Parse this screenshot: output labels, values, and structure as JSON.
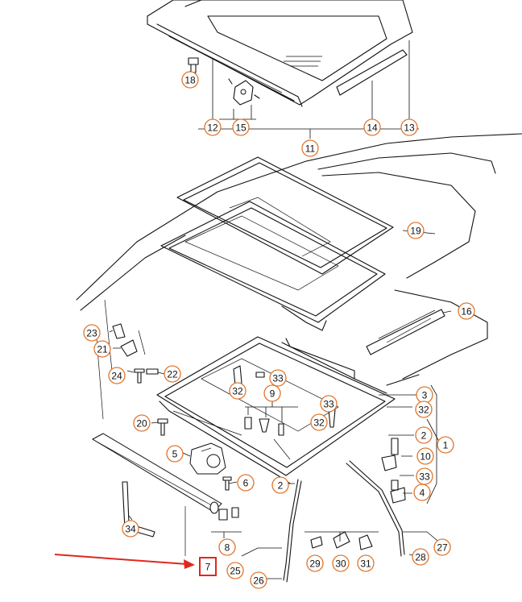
{
  "diagram": {
    "highlight_color": "#e0271f",
    "callout_color": "#e0742a",
    "highlighted_label": "7",
    "callouts": [
      {
        "id": "c18",
        "label": "18"
      },
      {
        "id": "c12",
        "label": "12"
      },
      {
        "id": "c15",
        "label": "15"
      },
      {
        "id": "c11",
        "label": "11"
      },
      {
        "id": "c14",
        "label": "14"
      },
      {
        "id": "c13",
        "label": "13"
      },
      {
        "id": "c19",
        "label": "19"
      },
      {
        "id": "c16",
        "label": "16"
      },
      {
        "id": "c23",
        "label": "23"
      },
      {
        "id": "c21",
        "label": "21"
      },
      {
        "id": "c24",
        "label": "24"
      },
      {
        "id": "c22",
        "label": "22"
      },
      {
        "id": "c32a",
        "label": "32"
      },
      {
        "id": "c33a",
        "label": "33"
      },
      {
        "id": "c9",
        "label": "9"
      },
      {
        "id": "c3",
        "label": "3"
      },
      {
        "id": "c32b",
        "label": "32"
      },
      {
        "id": "c33b",
        "label": "33"
      },
      {
        "id": "c32c",
        "label": "32"
      },
      {
        "id": "c20",
        "label": "20"
      },
      {
        "id": "c2a",
        "label": "2"
      },
      {
        "id": "c1",
        "label": "1"
      },
      {
        "id": "c5",
        "label": "5"
      },
      {
        "id": "c10",
        "label": "10"
      },
      {
        "id": "c6",
        "label": "6"
      },
      {
        "id": "c2b",
        "label": "2"
      },
      {
        "id": "c33c",
        "label": "33"
      },
      {
        "id": "c4",
        "label": "4"
      },
      {
        "id": "c34",
        "label": "34"
      },
      {
        "id": "c8",
        "label": "8"
      },
      {
        "id": "c27",
        "label": "27"
      },
      {
        "id": "c28",
        "label": "28"
      },
      {
        "id": "c29",
        "label": "29"
      },
      {
        "id": "c30",
        "label": "30"
      },
      {
        "id": "c31",
        "label": "31"
      },
      {
        "id": "c25",
        "label": "25"
      },
      {
        "id": "c26",
        "label": "26"
      }
    ]
  }
}
